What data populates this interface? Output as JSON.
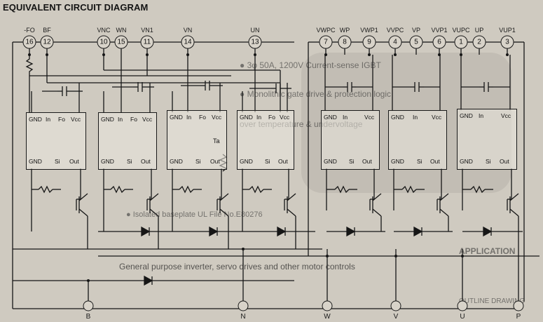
{
  "title": "EQUIVALENT CIRCUIT DIAGRAM",
  "pins": [
    {
      "label": "-FO",
      "num": "16"
    },
    {
      "label": "BF",
      "num": "12"
    },
    {
      "label": "VNC",
      "num": "10"
    },
    {
      "label": "WN",
      "num": "15"
    },
    {
      "label": "VN1",
      "num": "11"
    },
    {
      "label": "VN",
      "num": "14"
    },
    {
      "label": "UN",
      "num": "13"
    },
    {
      "label": "VWPC",
      "num": "7"
    },
    {
      "label": "WP",
      "num": "8"
    },
    {
      "label": "VWP1",
      "num": "9"
    },
    {
      "label": "VVPC",
      "num": "4"
    },
    {
      "label": "VP",
      "num": "5"
    },
    {
      "label": "VVP1",
      "num": "6"
    },
    {
      "label": "VUPC",
      "num": "1"
    },
    {
      "label": "UP",
      "num": "2"
    },
    {
      "label": "VUP1",
      "num": "3"
    }
  ],
  "ic_pins_4": {
    "gnd": "GND",
    "in": "In",
    "fo": "Fo",
    "vcc": "Vcc",
    "gnd2": "GND",
    "si": "Si",
    "out": "Out"
  },
  "ic_pins_3": {
    "gnd": "GND",
    "in": "In",
    "vcc": "Vcc",
    "gnd2": "GND",
    "si": "Si",
    "out": "Out"
  },
  "thermistor_label": "Ta",
  "terminals": [
    {
      "label": "B"
    },
    {
      "label": "N"
    },
    {
      "label": "W"
    },
    {
      "label": "V"
    },
    {
      "label": "U"
    },
    {
      "label": "P"
    }
  ],
  "background_text": [
    "● 3φ 50A, 1200V  Current-sense IGBT",
    "● Monolithic gate drive & protection logic",
    "over temperature & undervoltage",
    "● Isolated baseplate  UL  File  No.E80276",
    "APPLICATION",
    "General purpose inverter, servo drives and other motor controls",
    "OUTLINE DRAWING"
  ]
}
